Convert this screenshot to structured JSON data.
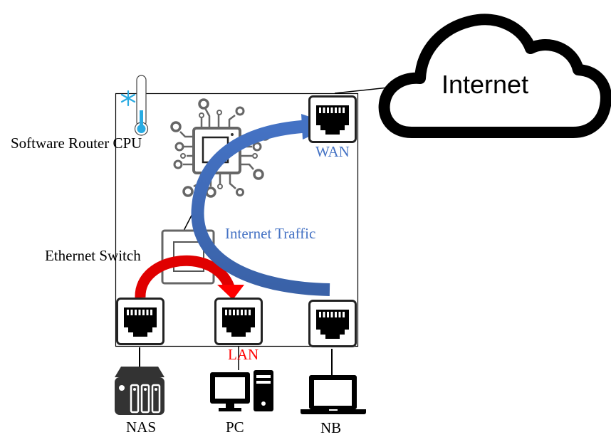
{
  "diagram": {
    "title": "Software Router Network Topology",
    "cloud": {
      "label": "Internet"
    },
    "router": {
      "cpu_label": "Software Router CPU",
      "switch_label": "Ethernet Switch",
      "cooling_icon": "thermometer-snowflake-icon"
    },
    "ports": {
      "wan_label": "WAN",
      "lan_label": "LAN"
    },
    "flows": {
      "internet_traffic_label": "Internet Traffic",
      "internet_traffic_color": "#4472c4",
      "lan_traffic_color": "#ff0000"
    },
    "devices": [
      {
        "label": "NAS",
        "icon": "nas-icon"
      },
      {
        "label": "PC",
        "icon": "desktop-pc-icon"
      },
      {
        "label": "NB",
        "icon": "laptop-icon"
      }
    ],
    "colors": {
      "wan_text": "#4472c4",
      "lan_text": "#ff0000",
      "thermo": "#29abe2",
      "chip": "#666666"
    }
  }
}
